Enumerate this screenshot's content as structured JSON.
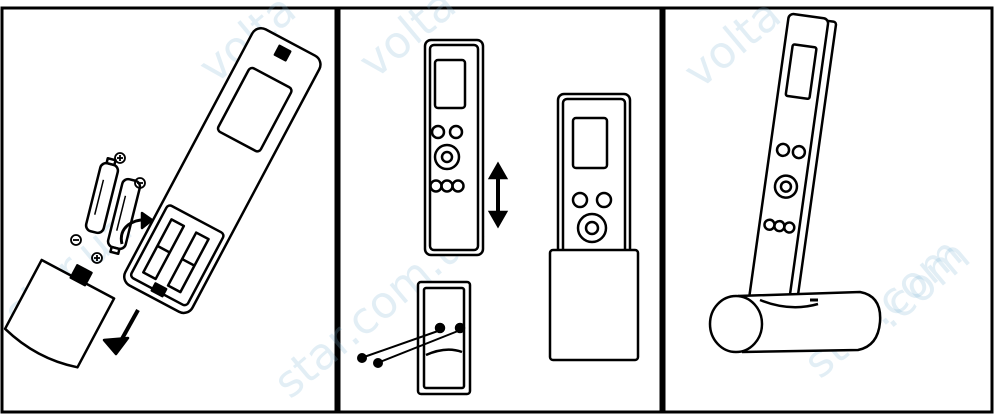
{
  "watermark": {
    "text_1": "volta",
    "text_2": "volta",
    "text_3": "volta",
    "text_4": "star.ua",
    "text_5": "star.com.ua",
    "text_6": "star.com",
    "text_7": ".com",
    "color": "#7fb7d6"
  },
  "panels": [
    {
      "name": "battery-installation"
    },
    {
      "name": "wall-holder-mounting"
    },
    {
      "name": "desk-stand"
    }
  ],
  "battery_symbols": {
    "plus": "⊕",
    "minus": "⊖"
  },
  "colors": {
    "line": "#000000",
    "background": "#ffffff"
  }
}
